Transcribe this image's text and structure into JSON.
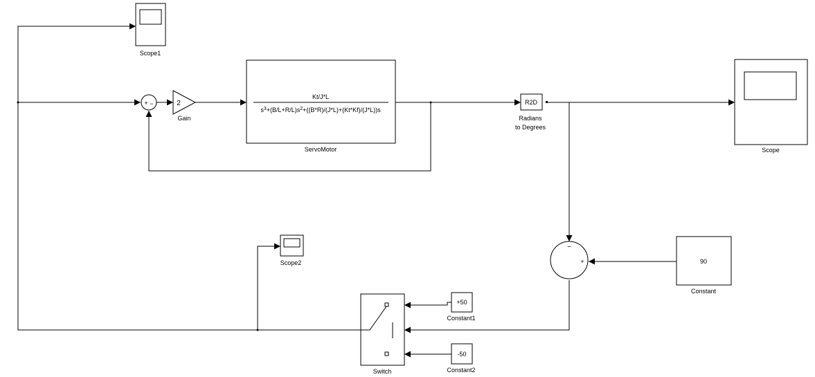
{
  "blocks": {
    "scope1": {
      "label": "Scope1"
    },
    "sum1": {
      "sign_plus": "+",
      "sign_minus": "−"
    },
    "gain": {
      "value": "2",
      "label": "Gain"
    },
    "servomotor": {
      "label": "ServoMotor",
      "numerator": "Kt/J*L",
      "denominator": {
        "s": "s",
        "exp3": "3",
        "part1": "+(B/L+R/L)s",
        "exp2": "2",
        "part2": "+((B*R)/(J*L)+(Kt*Kf)/(J*L))s"
      }
    },
    "r2d": {
      "text": "R2D",
      "label_line1": "Radians",
      "label_line2": "to Degrees"
    },
    "scope": {
      "label": "Scope"
    },
    "scope2": {
      "label": "Scope2"
    },
    "sum2": {
      "sign_minus": "−",
      "sign_plus": "+"
    },
    "constant": {
      "value": "90",
      "label": "Constant"
    },
    "constant1": {
      "value": "+50",
      "label": "Constant1"
    },
    "constant2": {
      "value": "-50",
      "label": "Constant2"
    },
    "switch": {
      "label": "Switch"
    }
  }
}
